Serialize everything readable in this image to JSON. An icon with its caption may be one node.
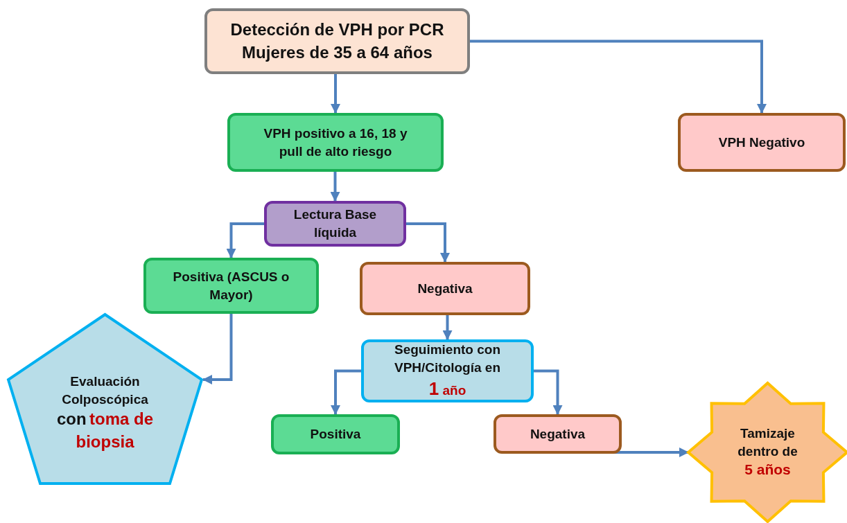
{
  "diagram": {
    "nodes": [
      {
        "text": [
          "Detección de VPH por PCR Mujeres de 35 a 64 años"
        ]
      },
      {
        "text": [
          "VPH positivo a 16, 18 y pull de alto riesgo"
        ]
      },
      {
        "text": [
          "VPH Negativo"
        ]
      },
      {
        "text": [
          "Lectura Base líquida"
        ]
      },
      {
        "text": [
          "Positiva (ASCUS o Mayor)"
        ]
      },
      {
        "text": [
          "Negativa"
        ]
      },
      {
        "text": [
          "Evaluación Colposcópica",
          "con",
          "toma de biopsia"
        ]
      },
      {
        "text": [
          "Seguimiento con VPH/Citología en",
          "1 año"
        ]
      },
      {
        "text": [
          "Positiva"
        ]
      },
      {
        "text": [
          "Negativa"
        ]
      },
      {
        "text": [
          "Tamizaje dentro de",
          "5 años"
        ]
      }
    ],
    "edges": [
      {
        "from": 0,
        "to": 1,
        "arrow": "to"
      },
      {
        "from": 0,
        "to": 2,
        "arrow": "to"
      },
      {
        "from": 1,
        "to": 3,
        "arrow": "to"
      },
      {
        "from": 3,
        "to": 4,
        "arrow": "to"
      },
      {
        "from": 3,
        "to": 5,
        "arrow": "to"
      },
      {
        "from": 4,
        "to": 6,
        "arrow": "to"
      },
      {
        "from": 5,
        "to": 7,
        "arrow": "to"
      },
      {
        "from": 7,
        "to": 8,
        "arrow": "to"
      },
      {
        "from": 7,
        "to": 9,
        "arrow": "to"
      },
      {
        "from": 9,
        "to": 10,
        "arrow": "to"
      }
    ]
  }
}
